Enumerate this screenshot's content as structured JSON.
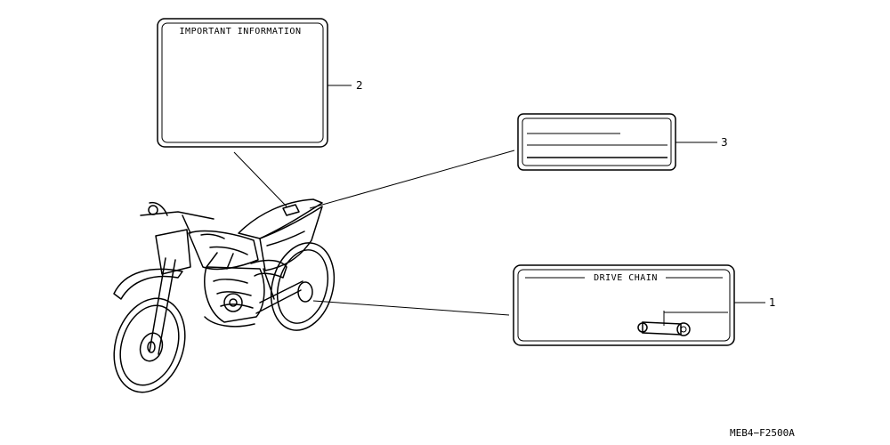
{
  "labels": {
    "important_information": {
      "title": "IMPORTANT INFORMATION",
      "callout": "2"
    },
    "blank_label": {
      "callout": "3"
    },
    "drive_chain": {
      "title": "DRIVE CHAIN",
      "callout": "1"
    }
  },
  "diagram_code": "MEB4−F2500A"
}
